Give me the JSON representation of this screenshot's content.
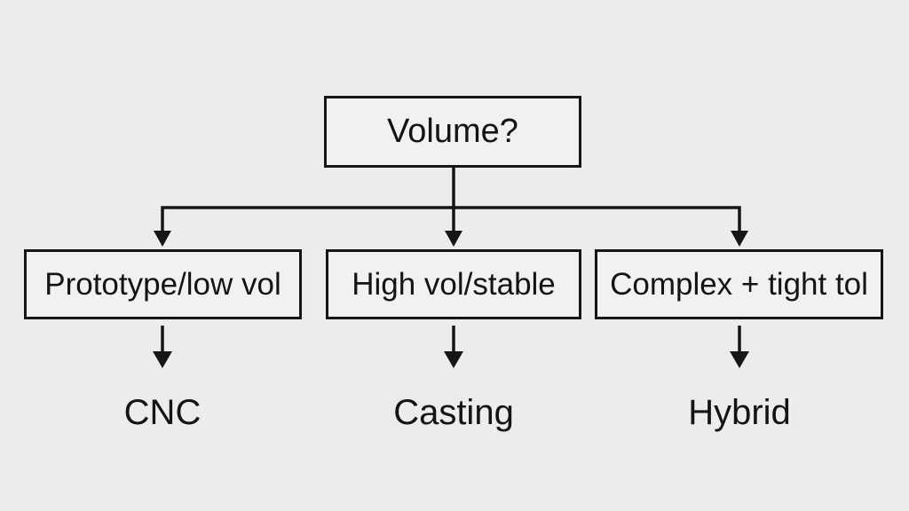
{
  "diagram": {
    "type": "decision-tree-flowchart",
    "root": {
      "label": "Volume?"
    },
    "branches": [
      {
        "condition": "Prototype/low vol",
        "result": "CNC"
      },
      {
        "condition": "High vol/stable",
        "result": "Casting"
      },
      {
        "condition": "Complex + tight tol",
        "result": "Hybrid"
      }
    ],
    "colors": {
      "background": "#ebeceb",
      "box_fill": "#f0f1f0",
      "line": "#161616",
      "text": "#141414"
    }
  }
}
